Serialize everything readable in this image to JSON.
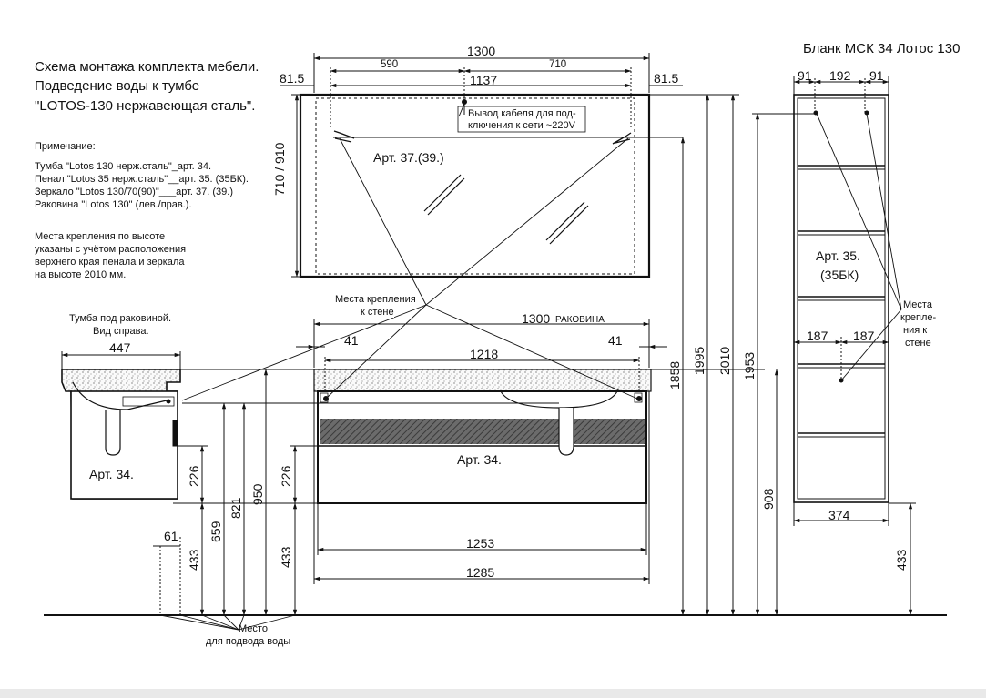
{
  "header": {
    "form_title": "Бланк МСК 34 Лотос 130",
    "heading": [
      "Схема монтажа комплекта мебели.",
      "Подведение воды к тумбе",
      "\"LOTOS-130 нержавеющая сталь\"."
    ]
  },
  "notes": {
    "title": "Примечание:",
    "items": [
      "Тумба \"Lotos 130 нерж.сталь\"_арт. 34.",
      "Пенал \"Lotos 35 нерж.сталь\"__арт. 35. (35БК).",
      "Зеркало \"Lotos 130/70(90)\"___арт. 37. (39.)",
      "Раковина \"Lotos 130\" (лев./прав.)."
    ],
    "mounting": [
      "Места крепления по высоте",
      "указаны с учётом расположения",
      "верхнего края пенала и зеркала",
      "на высоте 2010 мм."
    ]
  },
  "mirror": {
    "label": "Арт. 37.(39.)",
    "cable_note": [
      "Вывод кабеля для под-",
      "ключения к сети ~220V"
    ],
    "dims": {
      "width": "1300",
      "left_half": "590",
      "right_half": "710",
      "inner": "1137",
      "left_offset": "81.5",
      "right_offset": "81.5",
      "height": "710 / 910"
    }
  },
  "mounting_points_label": [
    "Места крепления",
    "к стене"
  ],
  "vanity": {
    "label": "Арт. 34.",
    "sink_width": "1300",
    "sink_word": "РАКОВИНА",
    "dims": {
      "left": "41",
      "inner": "1218",
      "right": "41",
      "d1253": "1253",
      "d1285": "1285",
      "d226": "226",
      "d433": "433"
    }
  },
  "side_view": {
    "title": [
      "Тумба под раковиной.",
      "Вид  справа."
    ],
    "label": "Арт. 34.",
    "dims": {
      "depth": "447",
      "d226": "226",
      "d61": "61",
      "d433": "433",
      "d659": "659",
      "d821": "821",
      "d950": "950"
    }
  },
  "water_label": [
    "Место",
    "для подвода воды"
  ],
  "heights": {
    "h1858": "1858",
    "h1995": "1995",
    "h2010": "2010",
    "h1953": "1953",
    "h908": "908"
  },
  "cabinet": {
    "label": [
      "Арт. 35.",
      "(35БК)"
    ],
    "mount_label": [
      "Места",
      "крепле-",
      "ния к",
      "стене"
    ],
    "dims": {
      "a": "91",
      "b": "192",
      "c": "91",
      "d": "187",
      "e": "187",
      "width": "374",
      "h433": "433"
    }
  }
}
